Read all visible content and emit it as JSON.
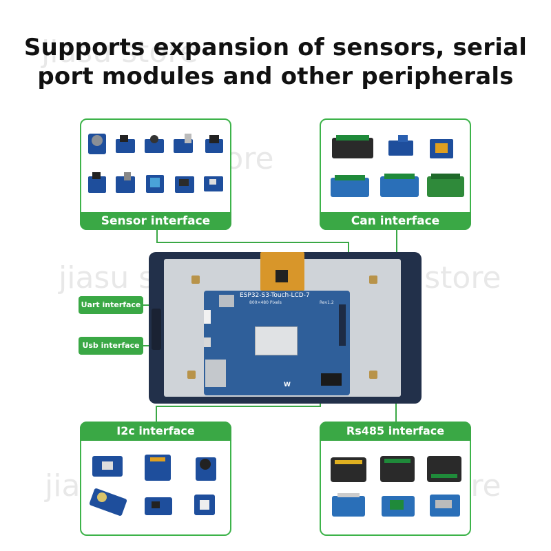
{
  "headline": {
    "line1": "Supports expansion of sensors, serial",
    "line2": "port modules and other peripherals"
  },
  "interfaces": {
    "sensor": "Sensor interface",
    "can": "Can interface",
    "uart": "Uart interface",
    "usb": "Usb interface",
    "i2c": "I2c interface",
    "rs485": "Rs485 interface"
  },
  "board": {
    "name": "ESP32-S3-Touch-LCD-7",
    "pixels": "800×480 Pixels",
    "rev": "Rev1.2"
  },
  "watermark": [
    "jiasu",
    "store"
  ],
  "colors": {
    "accent_green": "#3aa845",
    "board_blue": "#2f5f9a",
    "frame_navy": "#22304a"
  }
}
